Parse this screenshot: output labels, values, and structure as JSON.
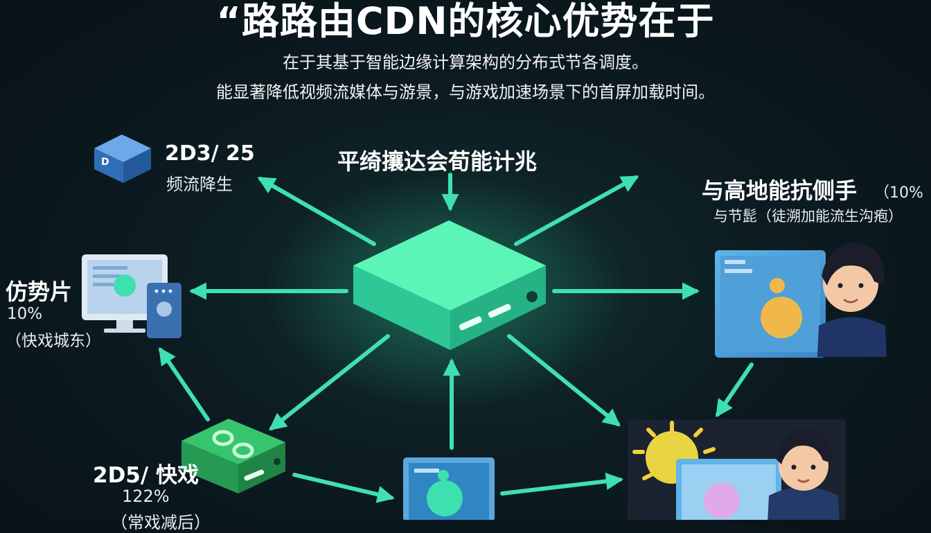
{
  "title": "“路路由CDN的核心优势在于",
  "subtitle_lines": [
    "在于其基于智能边缘计算架构的分布式节各调度。",
    "能显著降低视频流媒体与游景，与游戏加速场景下的首屏加载时间。"
  ],
  "nodes": {
    "top_left": {
      "line1": "2D3/ 25",
      "line2": "频流降生"
    },
    "top_center": {
      "line1": "平绮攘达会荀能计兆"
    },
    "top_right": {
      "line1": "与高地能抗侧手",
      "pct": "（10%",
      "line2": "与节髭（徒溯加能流生沟疱）"
    },
    "left": {
      "line1": "仿势片",
      "line2": "10%",
      "line3": "（快戏城东）"
    },
    "bottom_left": {
      "line1": "2D5/ 快戏",
      "line2": "122%",
      "line3": "（常戏减后）"
    }
  },
  "colors": {
    "arrow": "#3fe0b0",
    "hub_top": "#5cf5b8",
    "hub_side": "#2ec796",
    "background": "#0c1c22"
  }
}
